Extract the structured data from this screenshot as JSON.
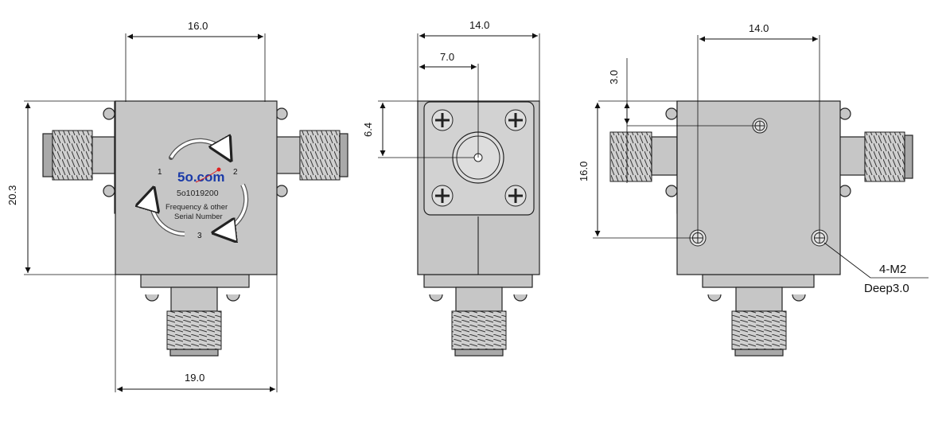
{
  "dimensions": {
    "front_width": "16.0",
    "front_height": "20.3",
    "front_bottom_width": "19.0",
    "side_width": "14.0",
    "side_center": "7.0",
    "side_offset": "6.4",
    "right_width": "14.0",
    "right_offset": "3.0",
    "right_height": "16.0"
  },
  "label": {
    "logo": "5o.com",
    "part_number": "5o1019200",
    "line1": "Frequency & other",
    "line2": "Serial Number",
    "port1": "1",
    "port2": "2",
    "port3": "3"
  },
  "callout": {
    "holes": "4-M2",
    "depth": "Deep3.0"
  },
  "colors": {
    "body": "#c6c6c6",
    "logo": "#1a3aa8",
    "logo_dot": "#e02020"
  }
}
